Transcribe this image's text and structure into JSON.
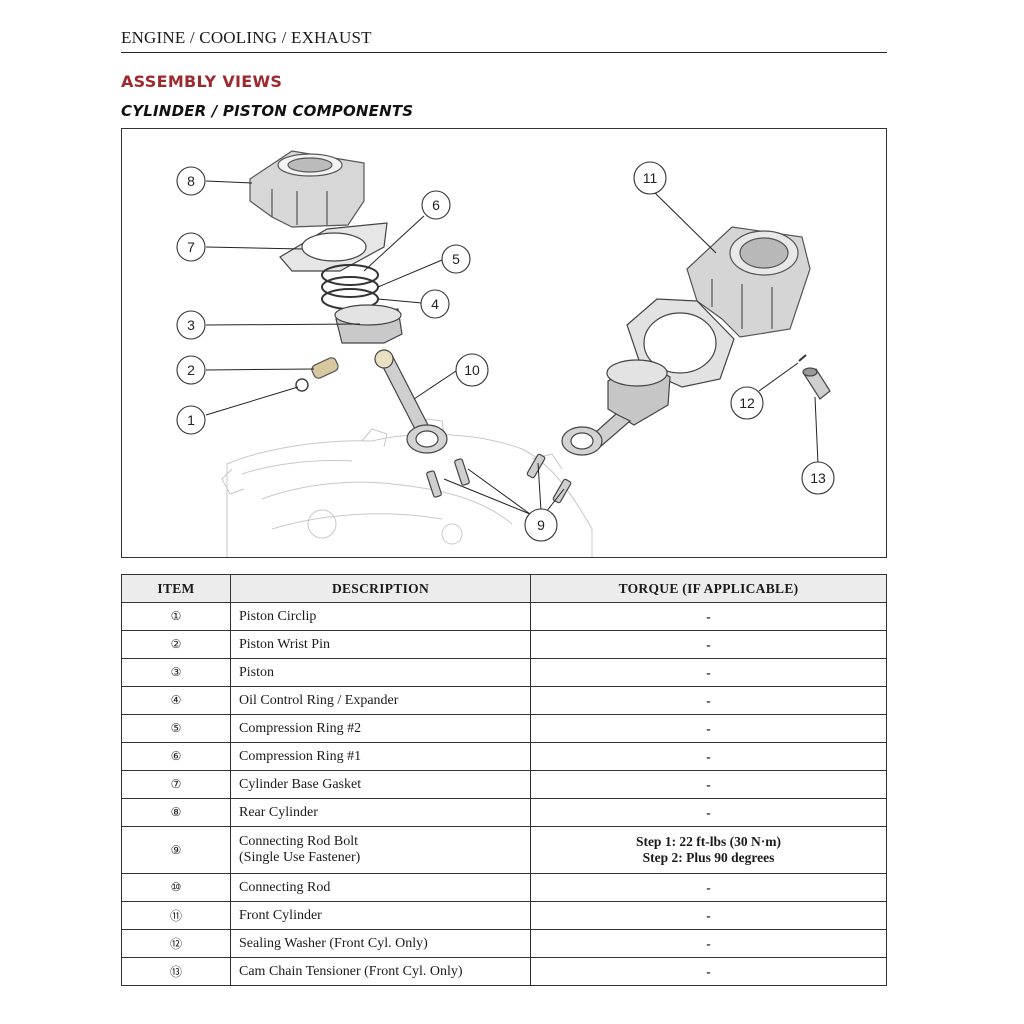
{
  "header": {
    "title": "ENGINE / COOLING / EXHAUST"
  },
  "section_title": "ASSEMBLY VIEWS",
  "subsection_title": "CYLINDER / PISTON COMPONENTS",
  "diagram": {
    "callouts": [
      "1",
      "2",
      "3",
      "4",
      "5",
      "6",
      "7",
      "8",
      "9",
      "10",
      "11",
      "12",
      "13"
    ]
  },
  "table": {
    "headers": {
      "item": "ITEM",
      "description": "DESCRIPTION",
      "torque": "TORQUE (IF APPLICABLE)"
    },
    "rows": [
      {
        "item": "①",
        "description": "Piston Circlip",
        "torque": "-"
      },
      {
        "item": "②",
        "description": "Piston Wrist Pin",
        "torque": "-"
      },
      {
        "item": "③",
        "description": "Piston",
        "torque": "-"
      },
      {
        "item": "④",
        "description": "Oil Control Ring / Expander",
        "torque": "-"
      },
      {
        "item": "⑤",
        "description": "Compression Ring #2",
        "torque": "-"
      },
      {
        "item": "⑥",
        "description": "Compression Ring #1",
        "torque": "-"
      },
      {
        "item": "⑦",
        "description": "Cylinder Base Gasket",
        "torque": "-"
      },
      {
        "item": "⑧",
        "description": "Rear Cylinder",
        "torque": "-"
      },
      {
        "item": "⑨",
        "description": "Connecting Rod Bolt",
        "description2": "(Single Use Fastener)",
        "torque": "Step 1: 22 ft-lbs (30 N·m)",
        "torque2": "Step 2: Plus 90 degrees"
      },
      {
        "item": "⑩",
        "description": "Connecting Rod",
        "torque": "-"
      },
      {
        "item": "⑪",
        "description": "Front Cylinder",
        "torque": "-"
      },
      {
        "item": "⑫",
        "description": "Sealing Washer (Front Cyl. Only)",
        "torque": "-"
      },
      {
        "item": "⑬",
        "description": "Cam Chain Tensioner (Front Cyl. Only)",
        "torque": "-"
      }
    ]
  }
}
